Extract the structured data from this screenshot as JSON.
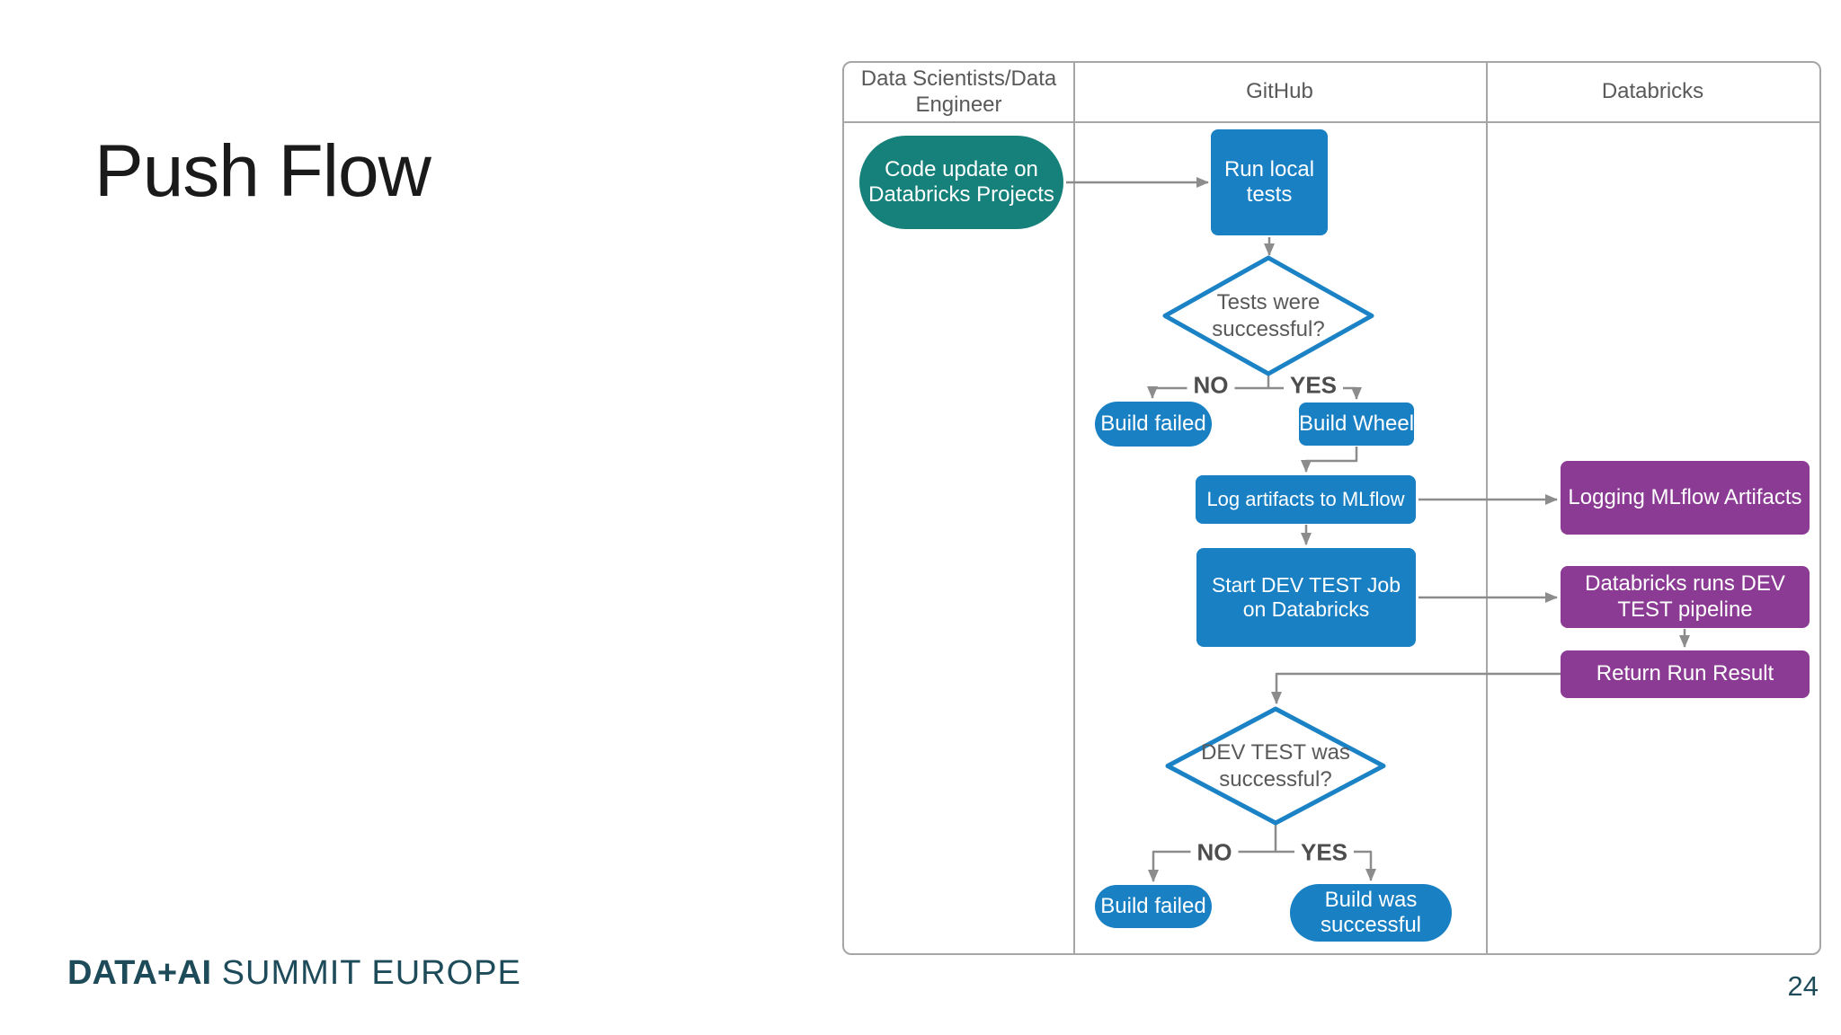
{
  "slide": {
    "title": "Push Flow",
    "page_number": "24",
    "footer": {
      "brand_bold": "DATA+AI",
      "brand_rest": " SUMMIT EUROPE"
    }
  },
  "colors": {
    "node_blue": "#1980C4",
    "node_teal": "#16807A",
    "node_purple": "#8B3B93",
    "diamond_border": "#1B82C5",
    "arrow_gray": "#8C8C8C",
    "lane_text": "#595959",
    "branch_label_text": "#4D4D4D",
    "table_border": "#A6A6A6",
    "footer_teal": "#1E4B59",
    "title_text": "#1A1A1A"
  },
  "diagram": {
    "lanes": [
      {
        "label": "Data Scientists/Data Engineer"
      },
      {
        "label": "GitHub"
      },
      {
        "label": "Databricks"
      }
    ],
    "nodes": {
      "code_update": "Code update on Databricks Projects",
      "run_local_tests": "Run local tests",
      "tests_successful": "Tests were successful?",
      "build_failed_1": "Build failed",
      "build_wheel": "Build Wheel",
      "log_artifacts": "Log artifacts to MLflow",
      "start_dev_test": "Start DEV TEST Job on Databricks",
      "logging_mlflow": "Logging MLflow Artifacts",
      "databricks_runs": "Databricks runs DEV TEST pipeline",
      "return_run_result": "Return Run Result",
      "dev_test_successful": "DEV TEST was successful?",
      "build_failed_2": "Build failed",
      "build_successful": "Build was successful"
    },
    "branch_labels": {
      "no_1": "NO",
      "yes_1": "YES",
      "no_2": "NO",
      "yes_2": "YES"
    }
  }
}
